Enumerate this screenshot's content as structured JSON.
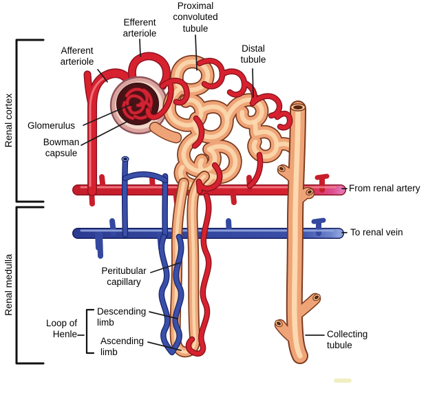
{
  "diagram": {
    "background": "#ffffff",
    "regions": {
      "renal_cortex": "Renal cortex",
      "renal_medulla": "Renal medulla"
    },
    "labels": {
      "proximal_convoluted_tubule": "Proximal\nconvoluted\ntubule",
      "efferent_arteriole": "Efferent\narteriole",
      "afferent_arteriole": "Afferent\narteriole",
      "distal_tubule": "Distal\ntubule",
      "glomerulus": "Glomerulus",
      "bowman_capsule": "Bowman\ncapsule",
      "from_renal_artery": "From renal artery",
      "to_renal_vein": "To renal vein",
      "peritubular_capillary": "Peritubular\ncapillary",
      "loop_of_henle": "Loop of\nHenle",
      "descending_limb": "Descending\nlimb",
      "ascending_limb": "Ascending\nlimb",
      "collecting_tubule": "Collecting\ntubule"
    },
    "colors": {
      "artery_red": "#d7212f",
      "artery_outline": "#7f1019",
      "vein_blue": "#3a4fa8",
      "vein_outline": "#18246b",
      "tubule_tan": "#efa478",
      "tubule_highlight": "#fbd8ae",
      "tubule_outline": "#7c3a1c",
      "capsule_pink": "#dba39e",
      "glomerulus_dark": "#471317",
      "label_text": "#000000"
    }
  }
}
